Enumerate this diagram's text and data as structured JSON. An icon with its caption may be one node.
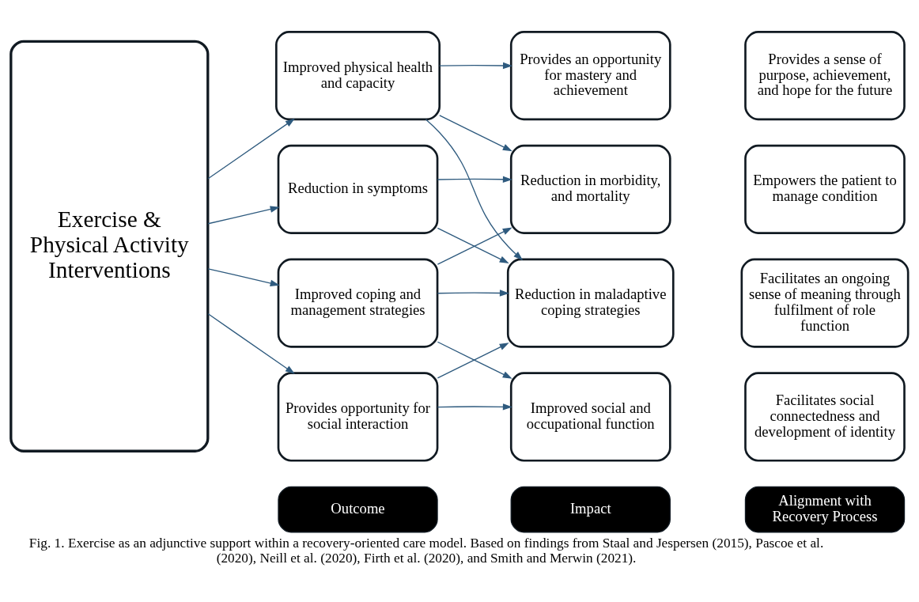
{
  "diagram": {
    "caption": "Fig. 1. Exercise as an adjunctive support within a recovery-oriented care model. Based on findings from Staal and Jespersen (2015), Pascoe et al. (2020), Neill et al. (2020), Firth et al. (2020), and Smith and Merwin (2021).",
    "nodes": [
      {
        "text": [
          "Outcome"
        ]
      },
      {
        "text": [
          "Impact"
        ]
      },
      {
        "text": [
          "Alignment with Recovery Process"
        ]
      },
      {
        "text": [
          "Exercise & Physical Activity Interventions"
        ]
      },
      {
        "text": [
          "Improved physical health and capacity"
        ]
      },
      {
        "text": [
          "Reduction in symptoms"
        ]
      },
      {
        "text": [
          "Improved coping and management strategies"
        ]
      },
      {
        "text": [
          "Provides opportunity for social interaction"
        ]
      },
      {
        "text": [
          "Provides an opportunity for mastery and achievement"
        ]
      },
      {
        "text": [
          "Reduction in morbidity, and mortality"
        ]
      },
      {
        "text": [
          "Reduction in maladaptive coping strategies"
        ]
      },
      {
        "text": [
          "Improved social and occupational function"
        ]
      },
      {
        "text": [
          "Provides a sense of purpose, achievement, and hope for the future"
        ]
      },
      {
        "text": [
          "Empowers the patient to manage condition"
        ]
      },
      {
        "text": [
          "Facilitates an ongoing sense of meaning through fulfilment of role function"
        ]
      },
      {
        "text": [
          "Facilitates social connectedness and development of identity"
        ]
      }
    ],
    "edges": [
      {
        "from": 3,
        "to": 4,
        "arrow": "to"
      },
      {
        "from": 3,
        "to": 5,
        "arrow": "to"
      },
      {
        "from": 3,
        "to": 6,
        "arrow": "to"
      },
      {
        "from": 3,
        "to": 7,
        "arrow": "to"
      },
      {
        "from": 4,
        "to": 8,
        "arrow": "to"
      },
      {
        "from": 4,
        "to": 9,
        "arrow": "to"
      },
      {
        "from": 4,
        "to": 10,
        "arrow": "to"
      },
      {
        "from": 5,
        "to": 9,
        "arrow": "to"
      },
      {
        "from": 5,
        "to": 10,
        "arrow": "to"
      },
      {
        "from": 6,
        "to": 9,
        "arrow": "to"
      },
      {
        "from": 6,
        "to": 10,
        "arrow": "to"
      },
      {
        "from": 6,
        "to": 11,
        "arrow": "to"
      },
      {
        "from": 7,
        "to": 10,
        "arrow": "to"
      },
      {
        "from": 7,
        "to": 11,
        "arrow": "to"
      }
    ]
  }
}
